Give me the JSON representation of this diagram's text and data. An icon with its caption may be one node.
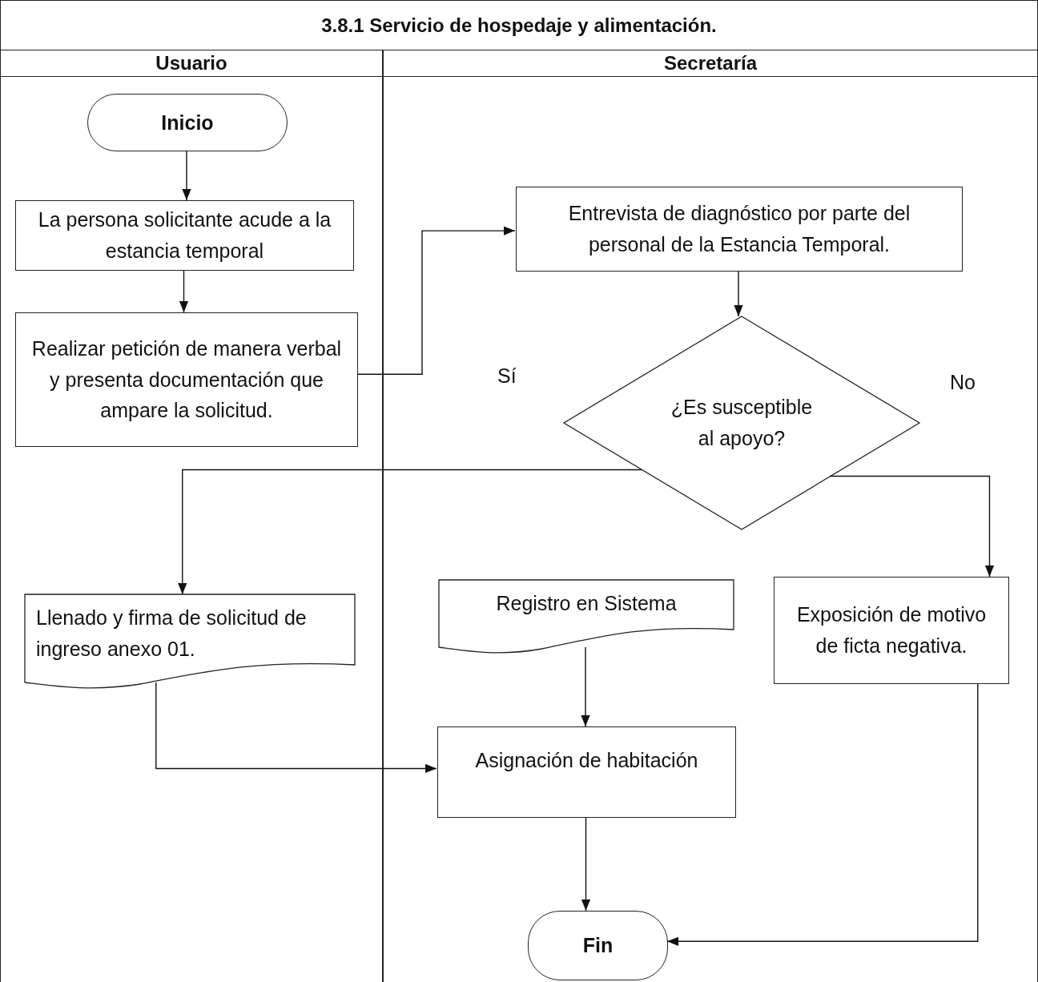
{
  "diagram": {
    "title": "3.8.1 Servicio de hospedaje y alimentación.",
    "nodes": [
      {
        "text": [
          "Usuario"
        ]
      },
      {
        "text": [
          "Secretaría"
        ]
      },
      {
        "text": [
          "Inicio"
        ],
        "in": 0
      },
      {
        "text": [
          "La persona solicitante acude a la estancia temporal"
        ],
        "in": 0
      },
      {
        "text": [
          "Realizar petición de manera verbal y presenta documentación que ampare la solicitud."
        ],
        "in": 0
      },
      {
        "text": [
          "Entrevista de diagnóstico por parte del personal de la Estancia Temporal."
        ],
        "in": 1
      },
      {
        "text": [
          "¿Es susceptible al apoyo?"
        ],
        "in": 1
      },
      {
        "text": [
          "Llenado y firma de solicitud de ingreso anexo 01."
        ],
        "in": 0
      },
      {
        "text": [
          "Registro en Sistema"
        ],
        "in": 1
      },
      {
        "text": [
          "Exposición de motivo de ficta negativa."
        ],
        "in": 1
      },
      {
        "text": [
          "Asignación de habitación"
        ],
        "in": 1
      },
      {
        "text": [
          "Fin"
        ],
        "in": 1
      }
    ],
    "edges": [
      {
        "from": 2,
        "to": 3,
        "arrow": "to"
      },
      {
        "from": 3,
        "to": 4,
        "arrow": "to"
      },
      {
        "from": 4,
        "to": 5,
        "arrow": "to"
      },
      {
        "from": 5,
        "to": 6,
        "arrow": "to"
      },
      {
        "from": 6,
        "to": 7,
        "arrow": "to",
        "label": "Sí"
      },
      {
        "from": 6,
        "to": 9,
        "arrow": "to",
        "label": "No"
      },
      {
        "from": 8,
        "to": 10,
        "arrow": "to"
      },
      {
        "from": 7,
        "to": 10,
        "arrow": "to"
      },
      {
        "from": 10,
        "to": 11,
        "arrow": "to"
      },
      {
        "from": 9,
        "to": 11,
        "arrow": "to"
      }
    ]
  }
}
